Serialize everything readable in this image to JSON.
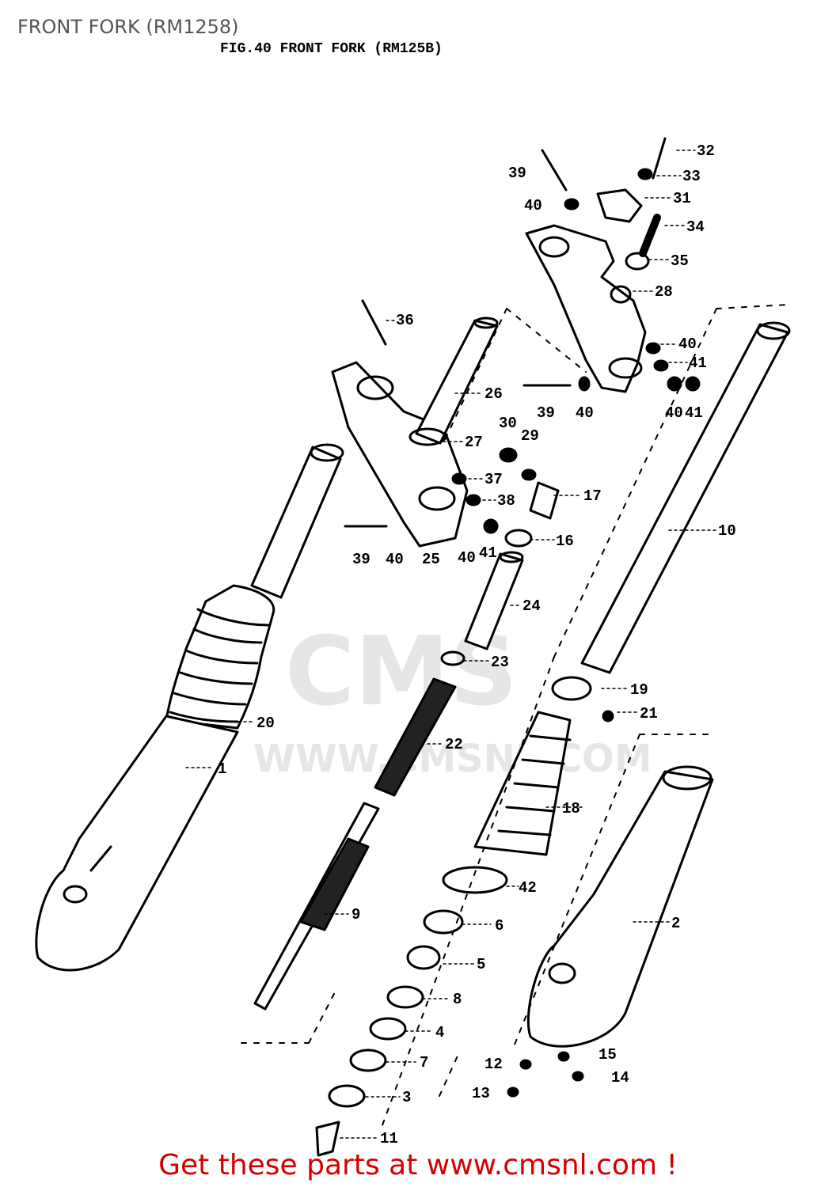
{
  "header": {
    "title": "FRONT FORK (RM1258)"
  },
  "diagram": {
    "figure_caption": "FIG.40  FRONT FORK (RM125B)",
    "watermark_text": "CMS",
    "watermark_url": "WWW.CMSNL.COM",
    "part_labels": [
      "1",
      "2",
      "3",
      "4",
      "5",
      "6",
      "7",
      "8",
      "9",
      "10",
      "11",
      "12",
      "13",
      "14",
      "15",
      "16",
      "17",
      "18",
      "19",
      "20",
      "21",
      "22",
      "23",
      "24",
      "25",
      "26",
      "27",
      "28",
      "29",
      "30",
      "31",
      "32",
      "33",
      "34",
      "35",
      "36",
      "37",
      "38",
      "39",
      "40",
      "41",
      "42"
    ],
    "line_color": "#000000",
    "watermark_color": "#e6e6e6"
  },
  "footer": {
    "cta": "Get these parts at www.cmsnl.com !",
    "cta_color": "#d40000"
  }
}
